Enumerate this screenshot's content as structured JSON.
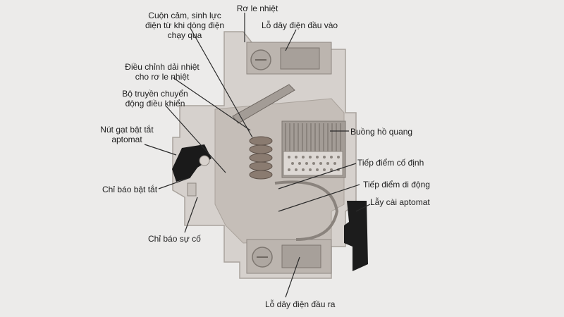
{
  "labels": {
    "coil": "Cuộn cảm, sinh lực\nđiện từ khi dòng điện\nchạy qua",
    "thermal_relay": "Rơ le nhiệt",
    "input_terminal": "Lỗ dây điện đầu vào",
    "thermal_adjust": "Điều chỉnh dải nhiệt\ncho rơ le nhiệt",
    "actuator": "Bộ truyền chuyển\nđộng điều khiển",
    "toggle_knob": "Nút gạt bật tắt\naptomat",
    "arc_chamber": "Buồng hồ quang",
    "fixed_contact": "Tiếp điểm cố định",
    "moving_contact": "Tiếp điểm di động",
    "din_latch": "Lẫy cài aptomat",
    "on_off_indicator": "Chỉ báo bật tắt",
    "fault_indicator": "Chỉ báo sự cố",
    "output_terminal": "Lỗ dây điện đầu ra"
  },
  "colors": {
    "background": "#ecebea",
    "housing": "#d6d1cd",
    "housing_dark": "#b9b3ae",
    "metal": "#9c958f",
    "copper": "#7a6a60",
    "knob": "#1a1a1a",
    "leader_line": "#2a2a2a"
  }
}
